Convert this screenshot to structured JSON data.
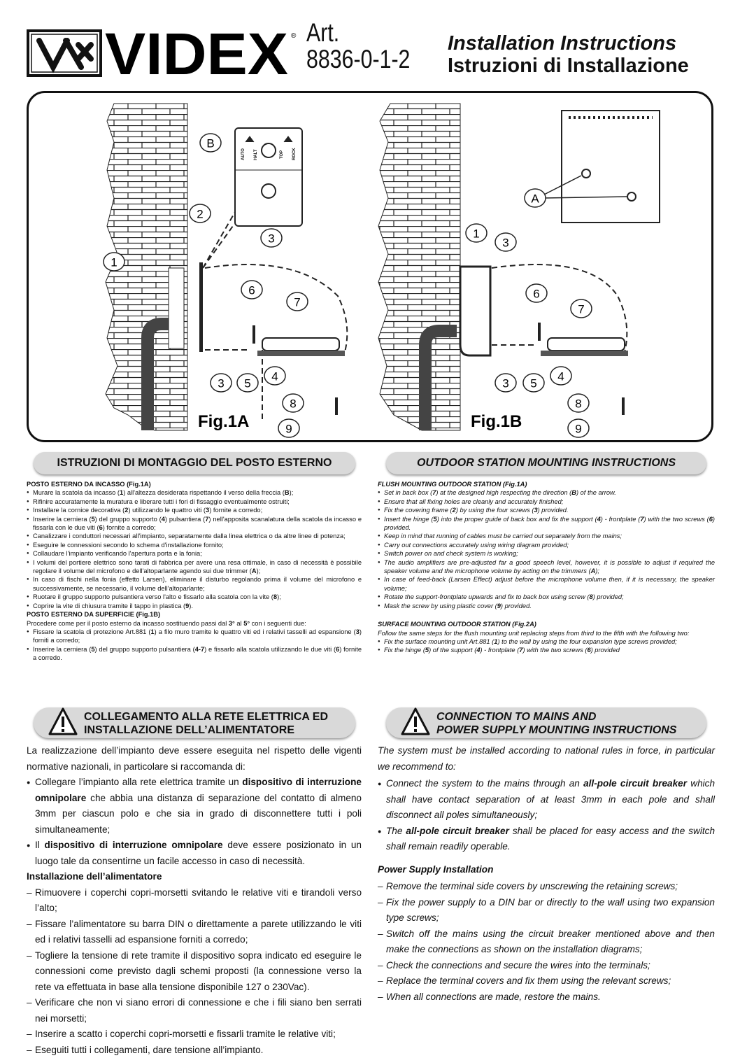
{
  "header": {
    "brand": "VIDEX",
    "art_label": "Art.",
    "art_number": "8836-0-1-2",
    "title_en": "Installation Instructions",
    "title_it": "Istruzioni di Installazione"
  },
  "figures": {
    "fig1a": {
      "label": "Fig.1A",
      "callouts": [
        "B",
        "2",
        "3",
        "1",
        "6",
        "7",
        "3",
        "5",
        "4",
        "8",
        "9"
      ],
      "device_labels": [
        "AUTO",
        "HALT",
        "TOP",
        "ROCK"
      ]
    },
    "fig1b": {
      "label": "Fig.1B",
      "callouts": [
        "1",
        "3",
        "6",
        "7",
        "3",
        "5",
        "4",
        "8",
        "9",
        "A"
      ]
    }
  },
  "it_mounting": {
    "title": "ISTRUZIONI DI MONTAGGIO DEL POSTO ESTERNO",
    "flush_heading": "POSTO ESTERNO DA INCASSO (Fig.1A)",
    "flush_items": [
      [
        "Murare la scatola da incasso (",
        {
          "b": "1"
        },
        ") all'altezza desiderata rispettando il verso della freccia (",
        {
          "b": "B"
        },
        ");"
      ],
      "Rifinire accuratamente la muratura e liberare tutti i fori di fissaggio eventualmente ostruiti;",
      [
        "Installare la cornice decorativa (",
        {
          "b": "2"
        },
        ") utilizzando le quattro viti (",
        {
          "b": "3"
        },
        ") fornite a corredo;"
      ],
      [
        "Inserire la cerniera (",
        {
          "b": "5"
        },
        ") del gruppo supporto (",
        {
          "b": "4"
        },
        ") pulsantiera (",
        {
          "b": "7"
        },
        ") nell'apposita scanalatura della scatola da incasso e fissarla con le due viti (",
        {
          "b": "6"
        },
        ") fornite a corredo;"
      ],
      "Canalizzare i conduttori necessari all'impianto, separatamente dalla linea elettrica o da altre linee di potenza;",
      "Eseguire le connessioni secondo lo schema d'installazione fornito;",
      "Collaudare l'impianto verificando l'apertura porta e la fonia;",
      [
        "I volumi del portiere elettrico sono tarati di fabbrica per avere una resa ottimale, in caso di necessità è possibile regolare il volume del microfono e dell'altoparlante agendo sui due trimmer (",
        {
          "b": "A"
        },
        ");"
      ],
      "In caso di fischi nella fonia (effetto Larsen), eliminare il disturbo regolando prima il volume del microfono e successivamente, se necessario, il volume dell'altoparlante;",
      [
        "Ruotare il gruppo supporto pulsantiera verso l'alto e fissarlo alla scatola con la vite (",
        {
          "b": "8"
        },
        ");"
      ],
      [
        "Coprire la vite di chiusura tramite il tappo in plastica (",
        {
          "b": "9"
        },
        ")."
      ]
    ],
    "surface_heading": "POSTO ESTERNO DA SUPERFICIE (Fig.1B)",
    "surface_intro": [
      "Procedere come per il posto esterno da incasso sostituendo passi dal  ",
      {
        "b": "3°"
      },
      "  al ",
      {
        "b": "5°"
      },
      " con i seguenti due:"
    ],
    "surface_items": [
      [
        "Fissare la scatola di protezione Art.881 (",
        {
          "b": "1"
        },
        ") a filo muro tramite le quattro viti ed i relativi tasselli ad espansione (",
        {
          "b": "3"
        },
        ") forniti a corredo;"
      ],
      [
        "Inserire la cerniera (",
        {
          "b": "5"
        },
        ") del gruppo supporto  pulsantiera (",
        {
          "b": "4-7"
        },
        ") e fissarlo alla scatola utilizzando le due viti (",
        {
          "b": "6"
        },
        ") fornite a corredo."
      ]
    ]
  },
  "en_mounting": {
    "title": "OUTDOOR STATION MOUNTING INSTRUCTIONS",
    "flush_heading": "FLUSH MOUNTING OUTDOOR STATION (Fig.1A)",
    "flush_items": [
      [
        "Set in back box (",
        {
          "b": "7"
        },
        ") at the designed high respecting the direction (",
        {
          "b": "B"
        },
        ") of the arrow."
      ],
      "Ensure that all fixing holes are cleanly and accurately finished;",
      [
        "Fix the covering frame (",
        {
          "b": "2"
        },
        ") by using the four screws (",
        {
          "b": "3"
        },
        ") provided."
      ],
      [
        "Insert the hinge (",
        {
          "b": "5"
        },
        ") into the proper guide of back box and fix the support (",
        {
          "b": "4"
        },
        ") - frontplate (",
        {
          "b": "7"
        },
        ") with the two screws (",
        {
          "b": "6"
        },
        ") provided."
      ],
      "Keep in mind that running of cables must be carried out separately from the mains;",
      "Carry out connections accurately using wiring diagram provided;",
      "Switch power on and check system is working;",
      [
        "The audio amplifiers are pre-adjusted far a good speech level, however, it is possible to adjust if required the speaker volume and the microphone volume by acting on the trimmers (",
        {
          "b": "A"
        },
        ");"
      ],
      "In case of feed-back (Larsen Effect) adjust before the microphone volume then, if it is necessary, the speaker volume;",
      [
        "Rotate the support-frontplate upwards and fix to back box using screw (",
        {
          "b": "8"
        },
        ") provided;"
      ],
      [
        "Mask the screw by using plastic cover (",
        {
          "b": "9"
        },
        ") provided."
      ]
    ],
    "surface_heading": "SURFACE MOUNTING OUTDOOR STATION (Fig.2A)",
    "surface_intro": "Follow the same steps for the flush mounting unit replacing steps from third to the fifth with the following two:",
    "surface_items": [
      [
        "Fix the surface mounting unit Art.881 (",
        {
          "b": "1"
        },
        ") to the wall by using the four expansion type screws provided;"
      ],
      [
        "Fix the hinge (",
        {
          "b": "5"
        },
        ") of the support (",
        {
          "b": "4"
        },
        ") - frontplate (",
        {
          "b": "7"
        },
        ") with the two screws (",
        {
          "b": "6"
        },
        ") provided"
      ]
    ]
  },
  "it_mains": {
    "title_line1": "COLLEGAMENTO ALLA RETE ELETTRICA ED",
    "title_line2": "INSTALLAZIONE DELL’ALIMENTATORE",
    "intro": "La realizzazione dell’impianto deve essere eseguita nel rispetto delle vigenti normative nazionali, in particolare si raccomanda di:",
    "bullets": [
      [
        "Collegare l’impianto alla rete elettrica tramite un ",
        {
          "b": "dispositivo di interruzione omnipolare"
        },
        " che abbia una distanza di separazione del contatto di almeno 3mm per ciascun polo e che sia in grado di disconnettere tutti i poli simultaneamente;"
      ],
      [
        "Il ",
        {
          "b": "dispositivo di interruzione omnipolare"
        },
        " deve essere posizionato in un luogo tale da consentirne un facile accesso in caso di necessità."
      ]
    ],
    "psu_heading": "Installazione dell’alimentatore",
    "steps": [
      "Rimuovere i coperchi copri-morsetti svitando le relative viti e tirandoli verso l’alto;",
      "Fissare l’alimentatore su barra DIN o direttamente a parete utilizzando le viti ed i relativi tasselli ad espansione forniti a corredo;",
      "Togliere la tensione di rete tramite il dispositivo sopra indicato ed eseguire le connessioni come previsto dagli schemi proposti (la connessione verso la rete va effettuata in base alla tensione disponibile 127 o 230Vac).",
      "Verificare che non vi siano errori di connessione e che i fili siano ben serrati nei morsetti;",
      "Inserire a scatto i coperchi copri-morsetti e fissarli tramite le relative viti;",
      "Eseguiti tutti i collegamenti, dare tensione all’impianto."
    ]
  },
  "en_mains": {
    "title_line1": "CONNECTION TO MAINS AND",
    "title_line2": "POWER SUPPLY MOUNTING INSTRUCTIONS",
    "intro": "The system must be installed according to national rules in force, in particular we recommend to:",
    "bullets": [
      [
        "Connect the system to the mains through an ",
        {
          "b": "all-pole circuit breaker"
        },
        " which shall have contact separation of at least 3mm in each pole and shall disconnect all poles simultaneously;"
      ],
      [
        "The ",
        {
          "b": "all-pole circuit breaker"
        },
        " shall be placed for easy access and the switch shall remain readily operable."
      ]
    ],
    "psu_heading": "Power Supply Installation",
    "steps": [
      "Remove the terminal side covers by unscrewing the retaining screws;",
      "Fix the power supply to a DIN bar or directly to the wall using two expansion type screws;",
      "Switch off the mains using the circuit breaker mentioned above and then make the connections as shown on the installation diagrams;",
      "Check the connections and secure the wires into the terminals;",
      "Replace the terminal covers and fix them using the relevant screws;",
      "When all connections are made, restore the mains."
    ]
  }
}
